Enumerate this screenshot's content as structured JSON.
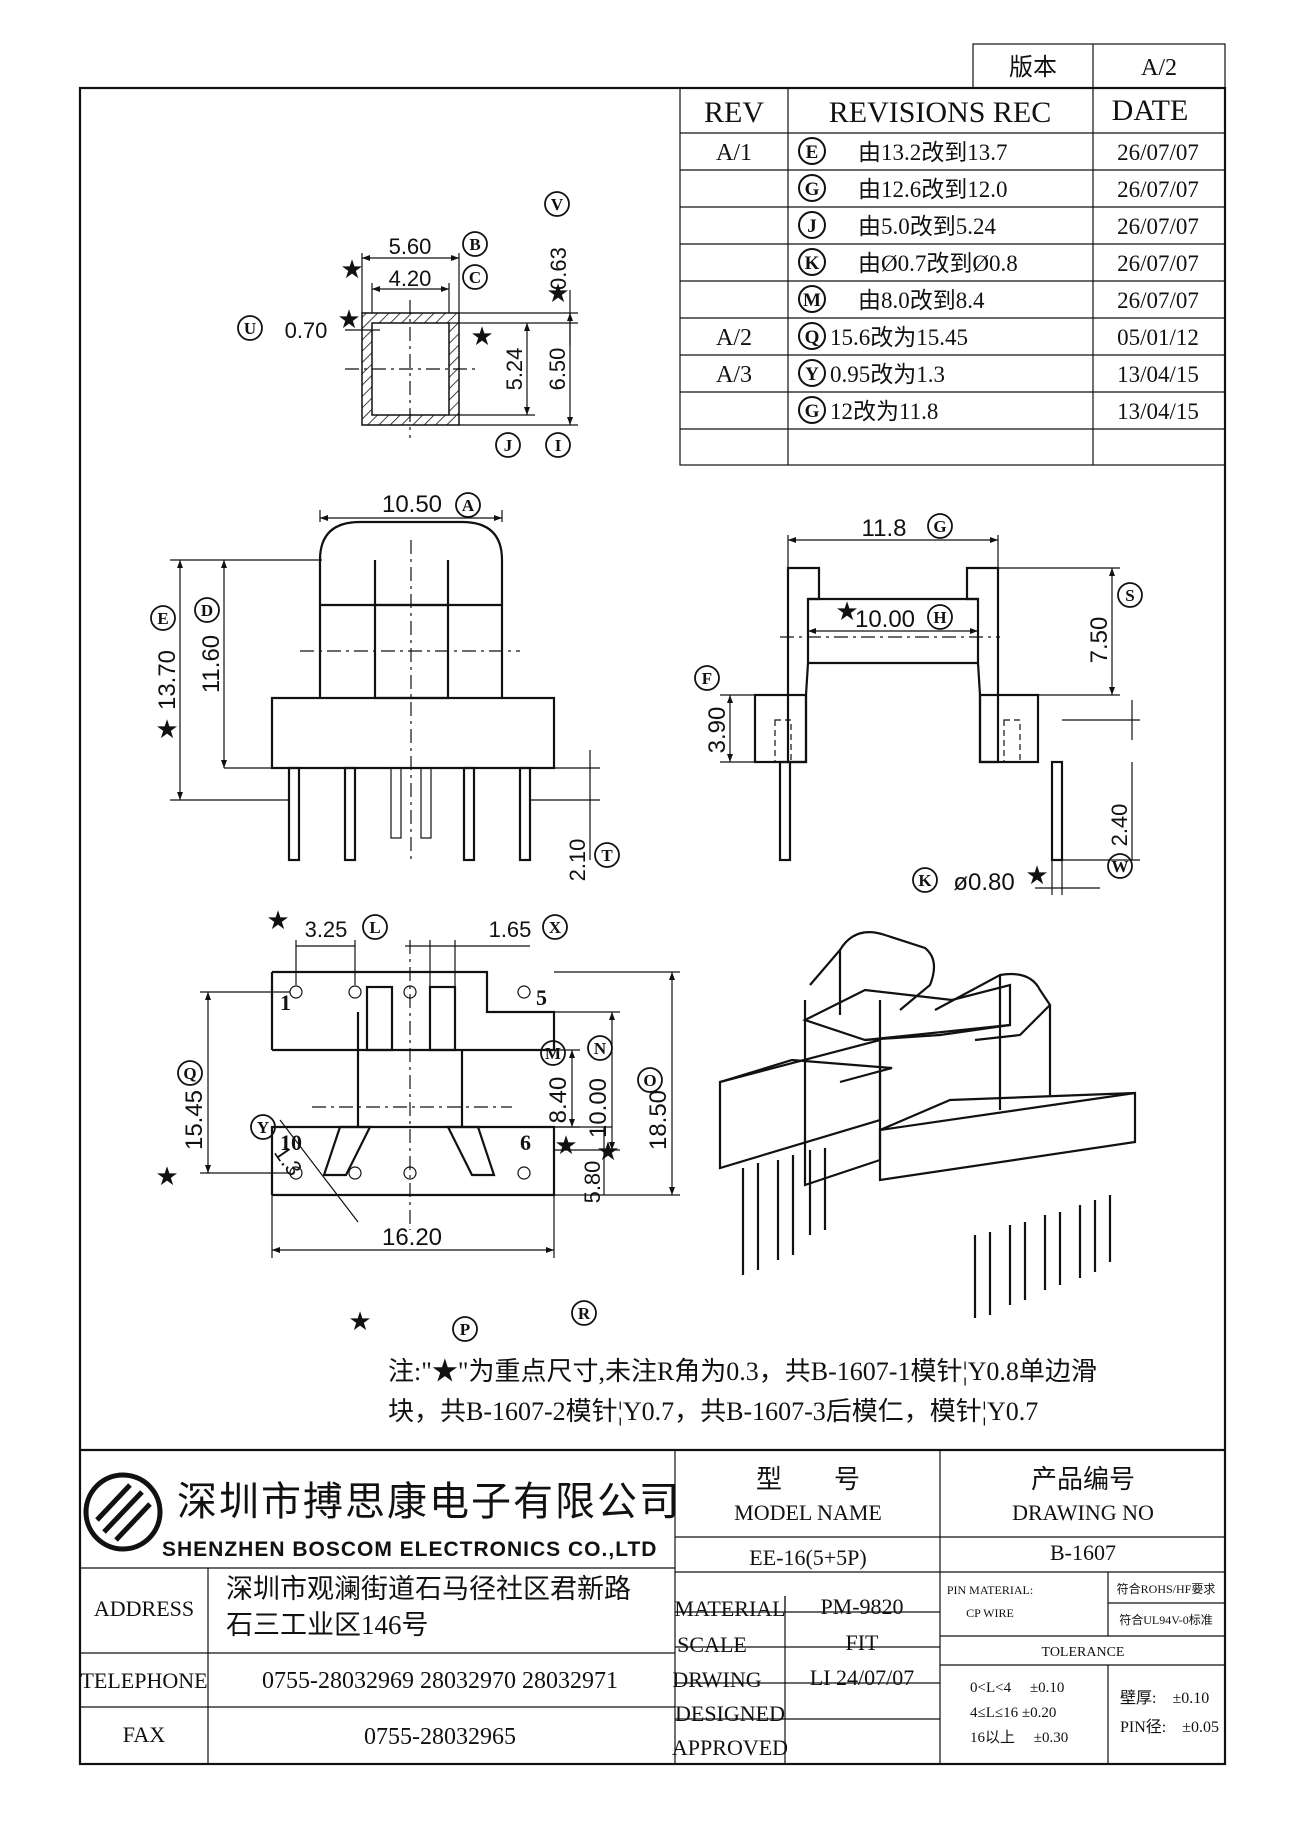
{
  "version": {
    "label": "版本",
    "value": "A/2"
  },
  "revisions": {
    "headers": {
      "rev": "REV",
      "rec": "REVISIONS REC",
      "date": "DATE"
    },
    "rows": [
      {
        "rev": "A/1",
        "mark": "E",
        "text": "由13.2改到13.7",
        "date": "26/07/07"
      },
      {
        "rev": "",
        "mark": "G",
        "text": "由12.6改到12.0",
        "date": "26/07/07"
      },
      {
        "rev": "",
        "mark": "J",
        "text": "由5.0改到5.24",
        "date": "26/07/07"
      },
      {
        "rev": "",
        "mark": "K",
        "text": "由Ø0.7改到Ø0.8",
        "date": "26/07/07"
      },
      {
        "rev": "",
        "mark": "M",
        "text": "由8.0改到8.4",
        "date": "26/07/07"
      },
      {
        "rev": "A/2",
        "mark": "Q",
        "text": "15.6改为15.45",
        "date": "05/01/12"
      },
      {
        "rev": "A/3",
        "mark": "Y",
        "text": "0.95改为1.3",
        "date": "13/04/15"
      },
      {
        "rev": "",
        "mark": "G",
        "text": "12改为11.8",
        "date": "13/04/15"
      }
    ]
  },
  "dims": {
    "d560": "5.60",
    "d420": "4.20",
    "d063": "0.63",
    "d070": "0.70",
    "d524": "5.24",
    "d650": "6.50",
    "d1050": "10.50",
    "d1370": "13.70",
    "d1160": "11.60",
    "d210": "2.10",
    "d118": "11.8",
    "d1000a": "10.00",
    "d750": "7.50",
    "d390": "3.90",
    "d240": "2.40",
    "d080": "ø0.80",
    "d325": "3.25",
    "d165": "1.65",
    "d1545": "15.45",
    "d840": "8.40",
    "d1000b": "10.00",
    "d1850": "18.50",
    "d13": "1.3",
    "d580": "5.80",
    "d1620": "16.20"
  },
  "marks": {
    "A": "A",
    "B": "B",
    "C": "C",
    "D": "D",
    "E": "E",
    "F": "F",
    "G": "G",
    "H": "H",
    "I": "I",
    "J": "J",
    "K": "K",
    "L": "L",
    "M": "M",
    "N": "N",
    "O": "O",
    "P": "P",
    "Q": "Q",
    "R": "R",
    "S": "S",
    "T": "T",
    "U": "U",
    "V": "V",
    "W": "W",
    "X": "X",
    "Y": "Y"
  },
  "pins": {
    "p1": "1",
    "p5": "5",
    "p6": "6",
    "p10": "10"
  },
  "star": "★",
  "notes": {
    "line1": "注:\"★\"为重点尺寸,未注R角为0.3，共B-1607-1模针¦Y0.8单边滑",
    "line2": "块，共B-1607-2模针¦Y0.7，共B-1607-3后模仁，模针¦Y0.7"
  },
  "titleblock": {
    "company_cn": "深圳市搏思康电子有限公司",
    "company_en": "SHENZHEN BOSCOM ELECTRONICS CO.,LTD",
    "model_label_cn": "型　　号",
    "model_label_en": "MODEL NAME",
    "model_value": "EE-16(5+5P)",
    "drawing_label_cn": "产品编号",
    "drawing_label_en": "DRAWING NO",
    "drawing_value": "B-1607",
    "address_label": "ADDRESS",
    "address_line1": "深圳市观澜街道石马径社区君新路",
    "address_line2": "石三工业区146号",
    "telephone_label": "TELEPHONE",
    "telephone_value": "0755-28032969 28032970 28032971",
    "fax_label": "FAX",
    "fax_value": "0755-28032965",
    "material_label": "MATERIAL",
    "material_value": "PM-9820",
    "scale_label": "SCALE",
    "scale_value": "FIT",
    "drawing_by_label": "DRWING",
    "drawing_by_value": "LI 24/07/07",
    "designed_label": "DESIGNED",
    "approved_label": "APPROVED",
    "pin_material_label": "PIN MATERIAL:",
    "pin_material_value": "CP WIRE",
    "rohs": "符合ROHS/HF要求",
    "ul": "符合UL94V-0标准",
    "tolerance_label": "TOLERANCE",
    "tol1": "0<L<4　 ±0.10",
    "tol2": "4≤L≤16 ±0.20",
    "tol3": "16以上　 ±0.30",
    "wall": "壁厚:　±0.10",
    "pin_dia": "PIN径:　±0.05"
  }
}
